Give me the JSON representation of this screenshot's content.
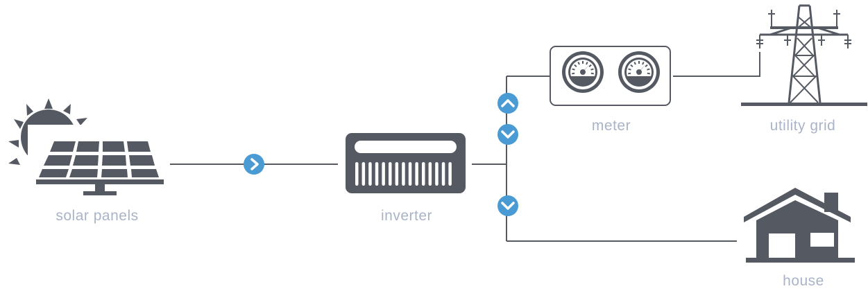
{
  "colors": {
    "icon": "#555a62",
    "line": "#555a62",
    "arrow": "#4a9bd4",
    "label": "#a9b4c8",
    "background": "#ffffff"
  },
  "nodes": {
    "solar": {
      "label": "solar panels",
      "icon": "solar-panel-icon"
    },
    "inverter": {
      "label": "inverter",
      "icon": "inverter-icon"
    },
    "meter": {
      "label": "meter",
      "icon": "meter-icon"
    },
    "grid": {
      "label": "utility grid",
      "icon": "transmission-tower-icon"
    },
    "house": {
      "label": "house",
      "icon": "house-icon"
    }
  },
  "flow_arrows": [
    {
      "id": "solar-to-inverter",
      "direction": "right"
    },
    {
      "id": "grid-to-inverter",
      "direction": "up"
    },
    {
      "id": "inverter-to-grid",
      "direction": "down"
    },
    {
      "id": "inverter-to-house",
      "direction": "down"
    }
  ]
}
